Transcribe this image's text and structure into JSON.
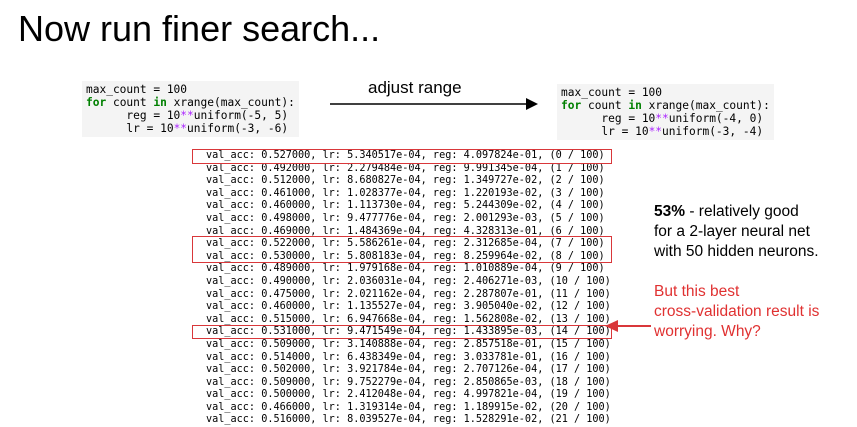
{
  "title": "Now run finer search...",
  "left_code": {
    "line1": "max_count = 100",
    "line2_kw1": "for",
    "line2_a": " count ",
    "line2_kw2": "in",
    "line2_b": " xrange(max_count):",
    "line3_a": "      reg = 10",
    "line3_op": "**",
    "line3_b": "uniform(-5, 5)",
    "line4_a": "      lr = 10",
    "line4_op": "**",
    "line4_b": "uniform(-3, -6)"
  },
  "arrow_label": "adjust range",
  "right_code": {
    "line1": "max_count = 100",
    "line2_kw1": "for",
    "line2_a": " count ",
    "line2_kw2": "in",
    "line2_b": " xrange(max_count):",
    "line3_a": "      reg = 10",
    "line3_op": "**",
    "line3_b": "uniform(-4, 0)",
    "line4_a": "      lr = 10",
    "line4_op": "**",
    "line4_b": "uniform(-3, -4)"
  },
  "output_lines": [
    "val_acc: 0.527000, lr: 5.340517e-04, reg: 4.097824e-01, (0 / 100)",
    "val_acc: 0.492000, lr: 2.279484e-04, reg: 9.991345e-04, (1 / 100)",
    "val_acc: 0.512000, lr: 8.680827e-04, reg: 1.349727e-02, (2 / 100)",
    "val_acc: 0.461000, lr: 1.028377e-04, reg: 1.220193e-02, (3 / 100)",
    "val_acc: 0.460000, lr: 1.113730e-04, reg: 5.244309e-02, (4 / 100)",
    "val_acc: 0.498000, lr: 9.477776e-04, reg: 2.001293e-03, (5 / 100)",
    "val_acc: 0.469000, lr: 1.484369e-04, reg: 4.328313e-01, (6 / 100)",
    "val_acc: 0.522000, lr: 5.586261e-04, reg: 2.312685e-04, (7 / 100)",
    "val_acc: 0.530000, lr: 5.808183e-04, reg: 8.259964e-02, (8 / 100)",
    "val_acc: 0.489000, lr: 1.979168e-04, reg: 1.010889e-04, (9 / 100)",
    "val_acc: 0.490000, lr: 2.036031e-04, reg: 2.406271e-03, (10 / 100)",
    "val_acc: 0.475000, lr: 2.021162e-04, reg: 2.287807e-01, (11 / 100)",
    "val_acc: 0.460000, lr: 1.135527e-04, reg: 3.905040e-02, (12 / 100)",
    "val_acc: 0.515000, lr: 6.947668e-04, reg: 1.562808e-02, (13 / 100)",
    "val_acc: 0.531000, lr: 9.471549e-04, reg: 1.433895e-03, (14 / 100)",
    "val_acc: 0.509000, lr: 3.140888e-04, reg: 2.857518e-01, (15 / 100)",
    "val_acc: 0.514000, lr: 6.438349e-04, reg: 3.033781e-01, (16 / 100)",
    "val_acc: 0.502000, lr: 3.921784e-04, reg: 2.707126e-04, (17 / 100)",
    "val_acc: 0.509000, lr: 9.752279e-04, reg: 2.850865e-03, (18 / 100)",
    "val_acc: 0.500000, lr: 2.412048e-04, reg: 4.997821e-04, (19 / 100)",
    "val_acc: 0.466000, lr: 1.319314e-04, reg: 1.189915e-02, (20 / 100)",
    "val_acc: 0.516000, lr: 8.039527e-04, reg: 1.528291e-02, (21 / 100)"
  ],
  "note1_bold": "53%",
  "note1_line1_rest": " - relatively good",
  "note1_line2": "for a 2-layer neural net",
  "note1_line3": "with 50 hidden neurons.",
  "note2_line1": "But this best",
  "note2_line2": "cross-validation result is",
  "note2_line3": "worrying. Why?",
  "colors": {
    "highlight": "#d9373a",
    "keyword": "#008000",
    "operator": "#aa22ff",
    "warning_text": "#e03131"
  }
}
